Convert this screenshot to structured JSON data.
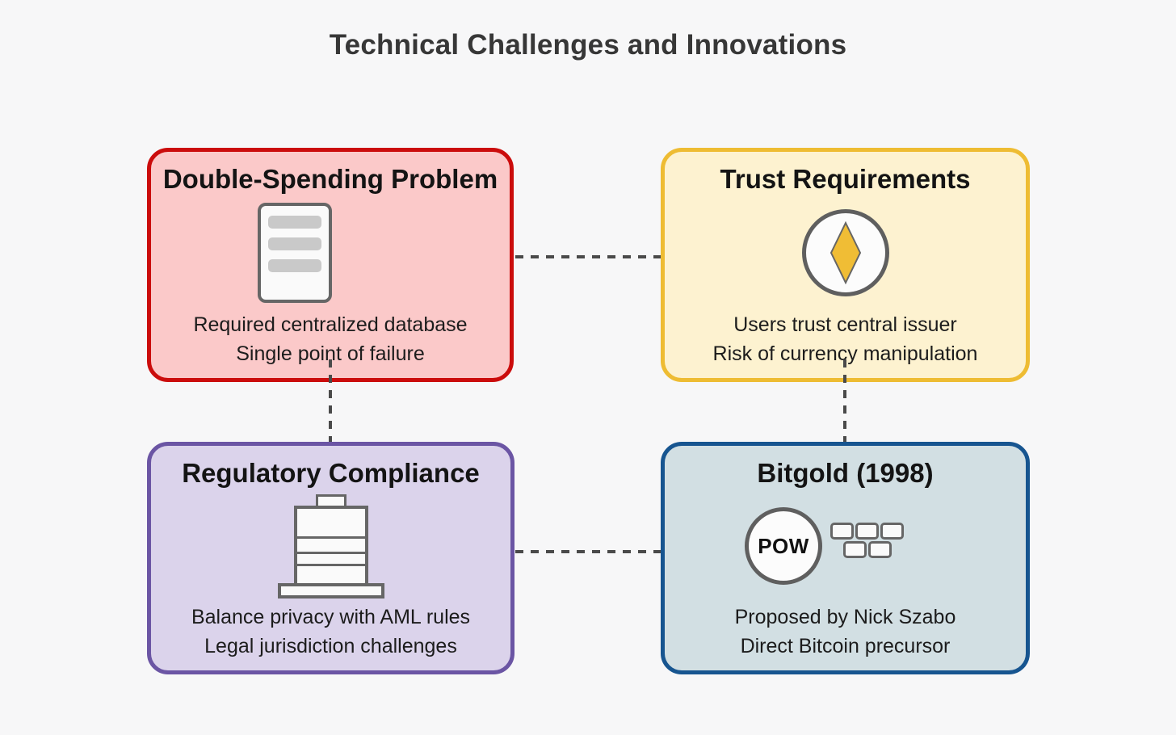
{
  "title": "Technical Challenges and Innovations",
  "colors": {
    "page_bg": "#f7f7f8",
    "connector_dash": "#4a4a4a",
    "icon_stroke": "#666666",
    "icon_fill": "#fafafa",
    "server_bar": "#c9c9c9",
    "diamond_gold": "#f0bd35"
  },
  "cards": [
    {
      "title": "Double-Spending Problem",
      "lines": [
        "Required centralized database",
        "Single point of failure"
      ],
      "border_color": "#cb0c0c",
      "bg_color": "#fbc9c9",
      "icon": "database-server-icon"
    },
    {
      "title": "Trust Requirements",
      "lines": [
        "Users trust central issuer",
        "Risk of currency manipulation"
      ],
      "border_color": "#eebc33",
      "bg_color": "#fdf2d0",
      "icon": "coin-diamond-icon"
    },
    {
      "title": "Regulatory Compliance",
      "lines": [
        "Balance privacy with AML rules",
        "Legal jurisdiction challenges"
      ],
      "border_color": "#6b55a4",
      "bg_color": "#dbd3eb",
      "icon": "government-building-icon"
    },
    {
      "title": "Bitgold (1998)",
      "lines": [
        "Proposed by Nick Szabo",
        "Direct Bitcoin precursor"
      ],
      "border_color": "#175590",
      "bg_color": "#d2dfe3",
      "icon": "pow-blocks-icon",
      "badge_label": "POW"
    }
  ]
}
